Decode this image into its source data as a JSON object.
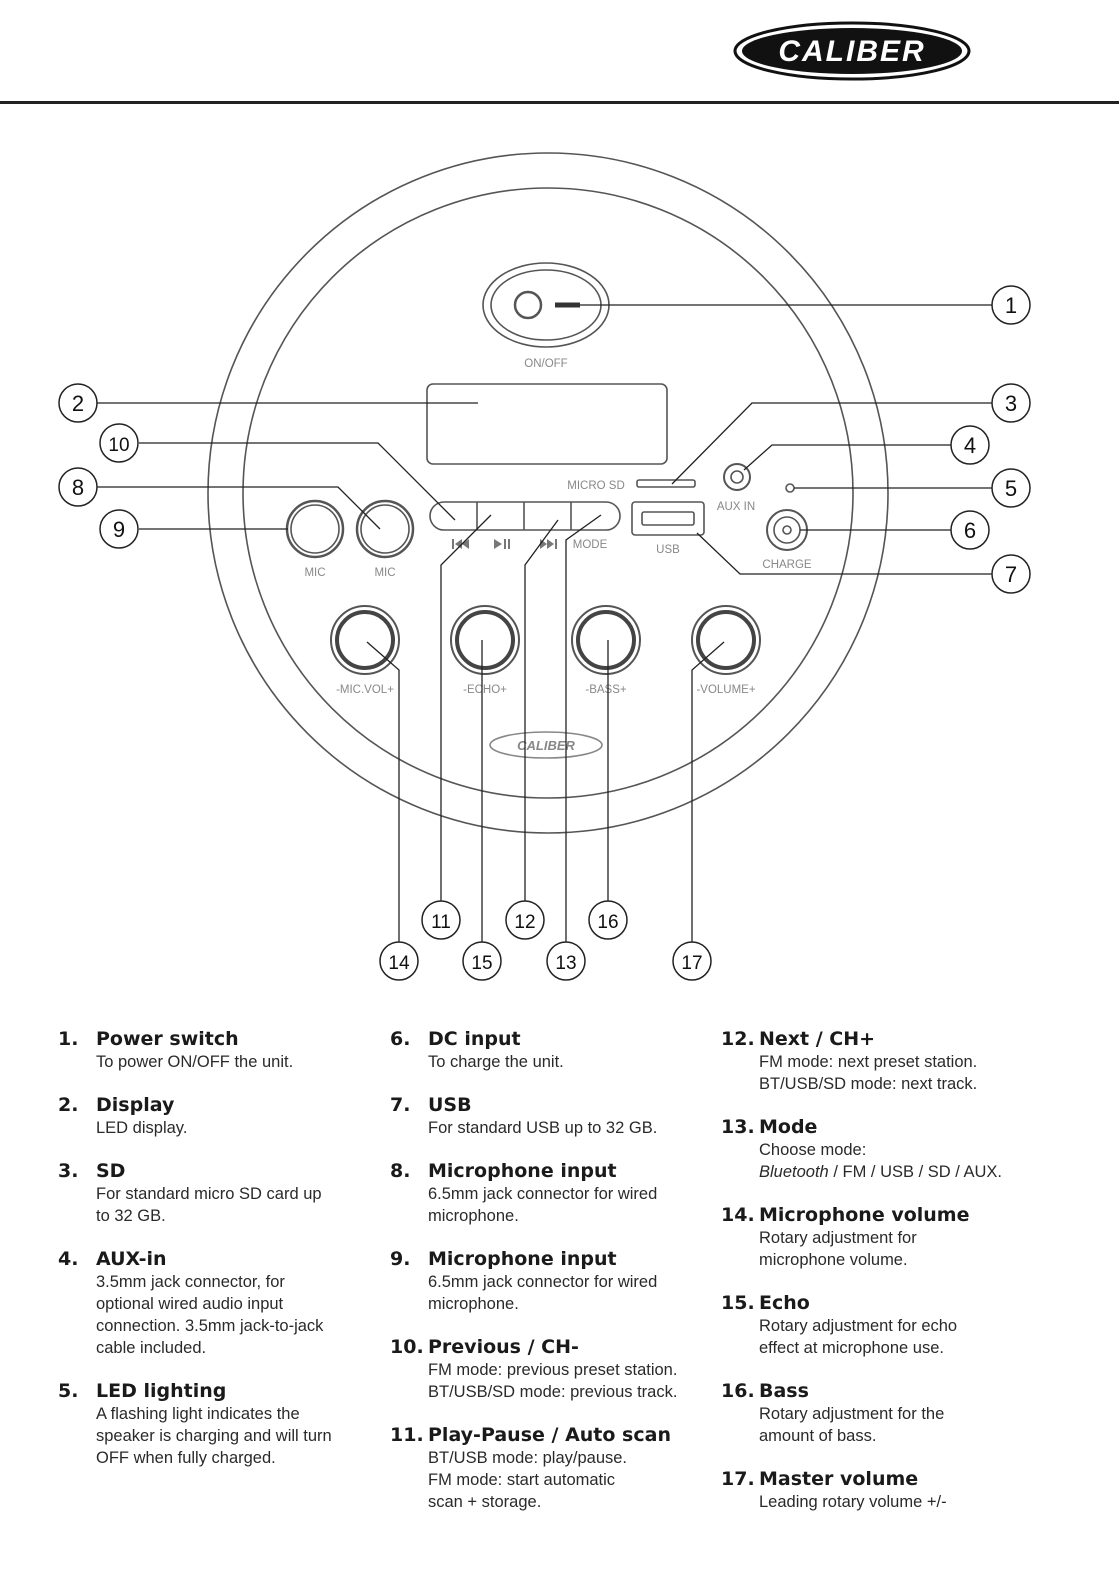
{
  "header": {
    "brand": "CALIBER"
  },
  "diagram": {
    "panel_labels": {
      "on_off": "ON/OFF",
      "micro_sd": "MICRO SD",
      "aux_in": "AUX IN",
      "charge": "CHARGE",
      "usb": "USB",
      "mic_left": "MIC",
      "mic_right": "MIC",
      "mode": "MODE",
      "mic_vol": "-MIC.VOL+",
      "echo": "-ECHO+",
      "bass": "-BASS+",
      "volume": "-VOLUME+",
      "panel_logo": "CALIBER"
    },
    "callouts": [
      "1",
      "2",
      "3",
      "4",
      "5",
      "6",
      "7",
      "8",
      "9",
      "10",
      "11",
      "12",
      "13",
      "14",
      "15",
      "16",
      "17"
    ]
  },
  "legend": {
    "col1": [
      {
        "num": "1.",
        "title": "Power switch",
        "desc": "To power ON/OFF the unit."
      },
      {
        "num": "2.",
        "title": "Display",
        "desc": "LED display."
      },
      {
        "num": "3.",
        "title": "SD",
        "desc": "For standard micro SD card up\nto 32 GB."
      },
      {
        "num": "4.",
        "title": "AUX-in",
        "desc": "3.5mm jack connector, for\noptional wired audio input\nconnection. 3.5mm jack-to-jack\ncable included."
      },
      {
        "num": "5.",
        "title": "LED lighting",
        "desc": "A flashing light indicates the\nspeaker is charging and will turn\nOFF when fully charged."
      }
    ],
    "col2": [
      {
        "num": "6.",
        "title": "DC input",
        "desc": "To charge the unit."
      },
      {
        "num": "7.",
        "title": "USB",
        "desc": "For standard USB up to 32 GB."
      },
      {
        "num": "8.",
        "title": "Microphone input",
        "desc": "6.5mm jack connector for wired\nmicrophone."
      },
      {
        "num": "9.",
        "title": "Microphone input",
        "desc": "6.5mm jack connector for wired\nmicrophone."
      },
      {
        "num": "10.",
        "title": "Previous / CH-",
        "desc": "FM mode: previous preset station.\nBT/USB/SD mode: previous track."
      },
      {
        "num": "11.",
        "title": "Play-Pause / Auto scan",
        "desc": "BT/USB mode: play/pause.\nFM mode: start automatic\nscan + storage."
      }
    ],
    "col3": [
      {
        "num": "12.",
        "title": "Next / CH+",
        "desc": "FM mode: next preset station.\nBT/USB/SD mode: next track."
      },
      {
        "num": "13.",
        "title": "Mode",
        "desc_line1": "Choose mode:",
        "desc_italic": "Bluetooth",
        "desc_line2_rest": " / FM / USB / SD / AUX."
      },
      {
        "num": "14.",
        "title": "Microphone volume",
        "desc": "Rotary adjustment for\nmicrophone volume."
      },
      {
        "num": "15.",
        "title": "Echo",
        "desc": "Rotary adjustment for echo\neffect at microphone use."
      },
      {
        "num": "16.",
        "title": "Bass",
        "desc": "Rotary adjustment for the\namount of bass."
      },
      {
        "num": "17.",
        "title": "Master volume",
        "desc": "Leading rotary volume +/-"
      }
    ]
  }
}
